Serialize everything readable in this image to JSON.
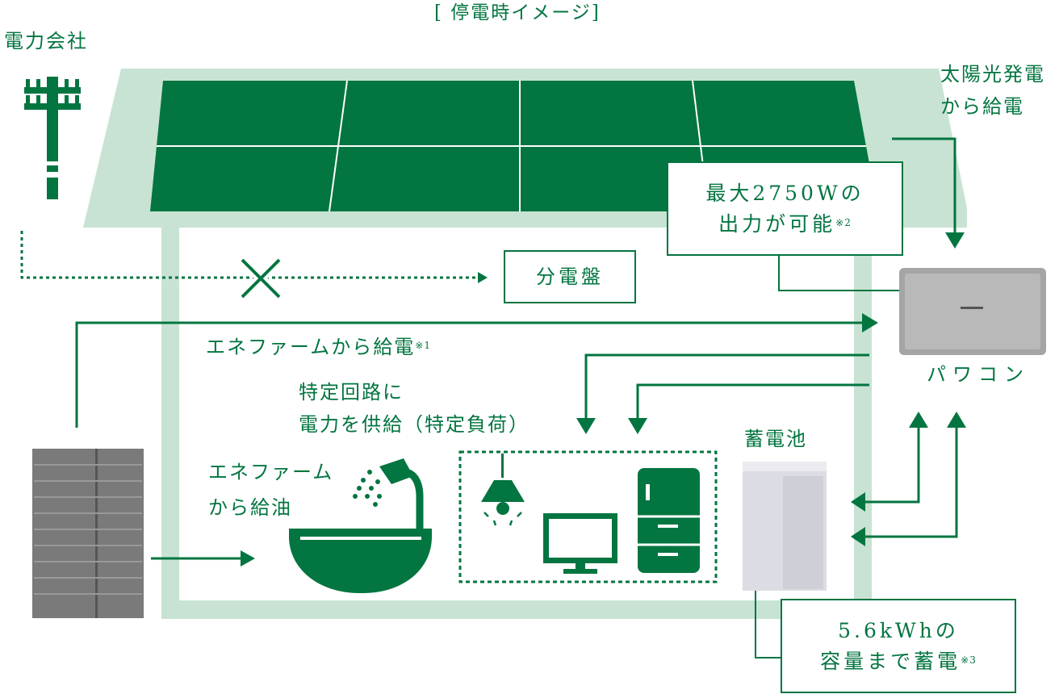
{
  "title": "[ 停電時イメージ]",
  "labels": {
    "utility": "電力会社",
    "solar_line1": "太陽光発電",
    "solar_line2": "から給電",
    "distribution_board": "分電盤",
    "max_output_line1": "最大2750Wの",
    "max_output_line2": "出力が可能",
    "max_output_note": "※2",
    "power_conditioner": "パワコン",
    "enefarm_supply": "エネファームから給電",
    "enefarm_supply_note": "※1",
    "specific_line1": "特定回路に",
    "specific_line2": "電力を供給（特定負荷）",
    "enefarm_water_line1": "エネファーム",
    "enefarm_water_line2": "から給油",
    "battery": "蓄電池",
    "capacity_line1": "5.6kWhの",
    "capacity_line2": "容量まで蓄電",
    "capacity_note": "※3"
  },
  "colors": {
    "primary": "#037540",
    "light": "#c8e3d3"
  }
}
